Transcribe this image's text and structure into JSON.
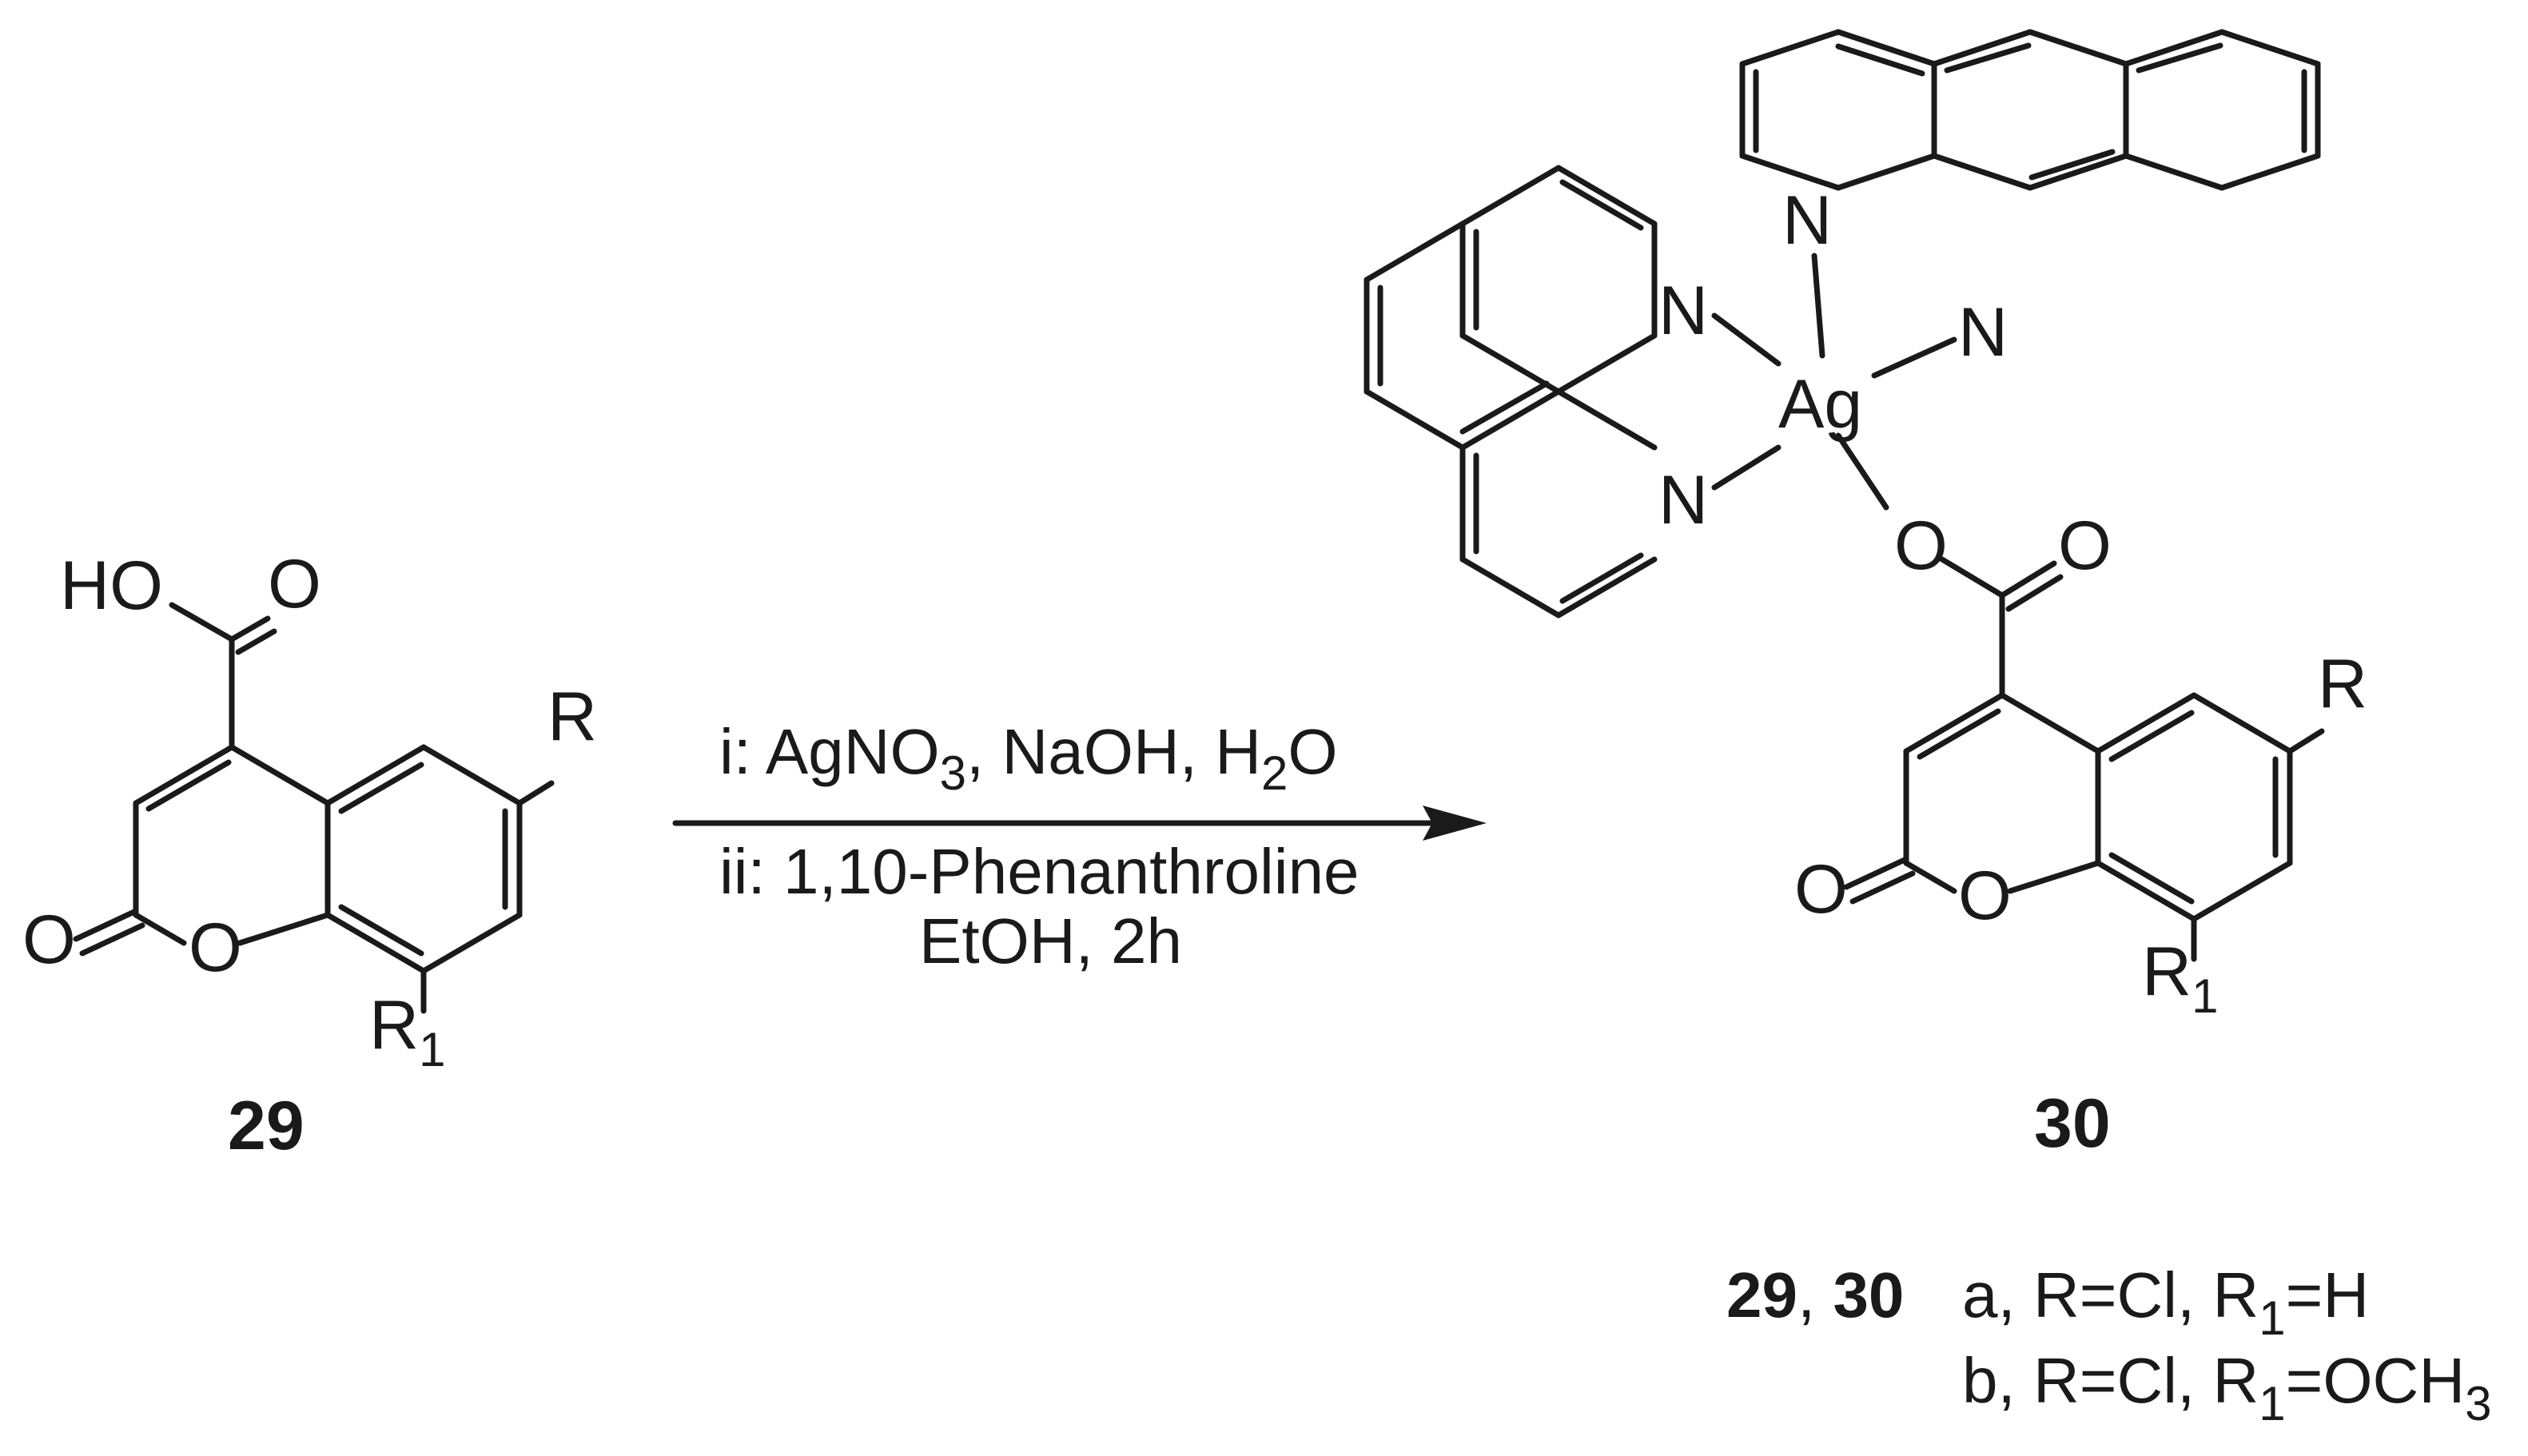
{
  "reaction": {
    "reactant_label": "29",
    "product_label": "30",
    "conditions": {
      "line1_prefix": "i: AgNO",
      "line1_sub": "3",
      "line1_mid": ", NaOH, H",
      "line1_sub2": "2",
      "line1_suffix": "O",
      "line2": "ii: 1,10-Phenanthroline",
      "line3": "EtOH, 2h"
    }
  },
  "atoms": {
    "ho": "HO",
    "o": "O",
    "n": "N",
    "ag": "Ag",
    "r": "R",
    "r1_main": "R",
    "r1_sub": "1"
  },
  "variants": {
    "compounds_a": "29",
    "compounds_sep": ", ",
    "compounds_b": "30",
    "a_prefix": "a, R=Cl, R",
    "a_sub": "1",
    "a_suffix": "=H",
    "b_prefix": "b, R=Cl, R",
    "b_sub": "1",
    "b_suffix": "=OCH",
    "b_sub2": "3"
  }
}
